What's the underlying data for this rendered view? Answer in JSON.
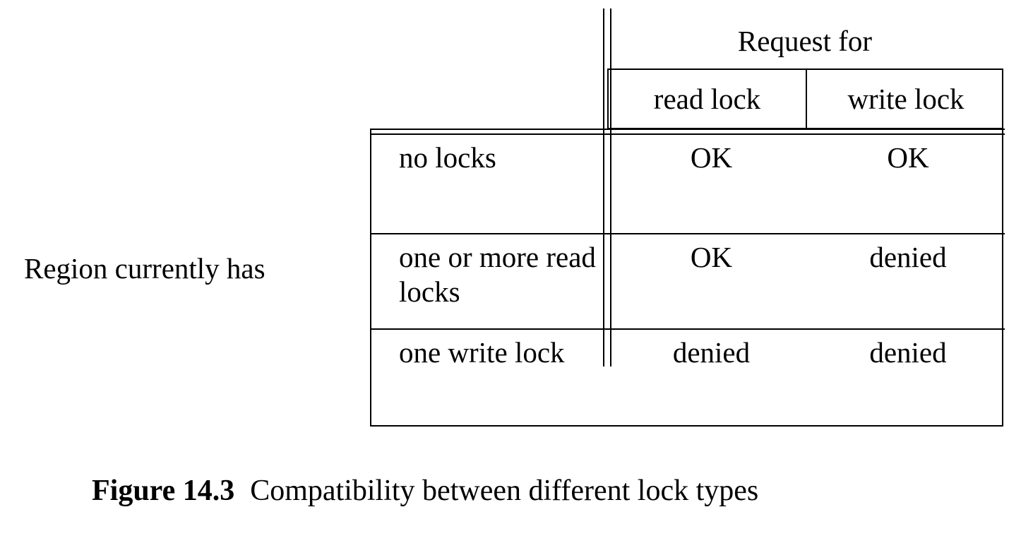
{
  "figure": {
    "caption_number": "Figure 14.3",
    "caption_text": "Compatibility between different lock types"
  },
  "table": {
    "column_group_label": "Request for",
    "row_group_label": "Region currently has",
    "column_headers": [
      "read lock",
      "write lock"
    ],
    "rows": [
      {
        "label": "no locks",
        "values": [
          "OK",
          "OK"
        ]
      },
      {
        "label": "one or more read locks",
        "values": [
          "OK",
          "denied"
        ]
      },
      {
        "label": "one write lock",
        "values": [
          "denied",
          "denied"
        ]
      }
    ]
  },
  "colors": {
    "ink": "#000000",
    "page": "#ffffff"
  }
}
